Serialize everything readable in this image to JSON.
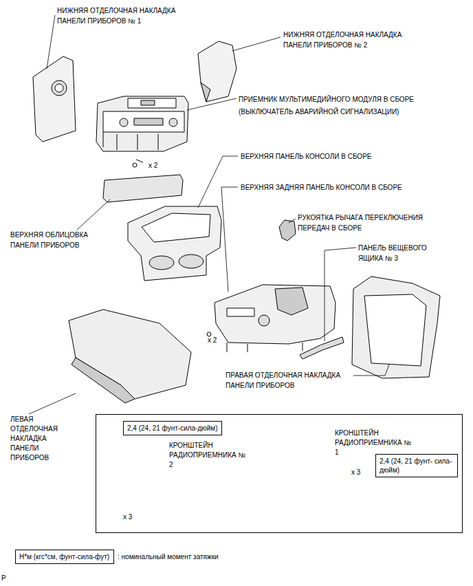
{
  "diagram": {
    "nodes": [
      {
        "text": [
          "КРОНШТЕЙН РАДИОПРИЕМНИКА № 2",
          "КРОНШТЕЙН РАДИОПРИЕМНИКА № 1",
          "x 3",
          "x 3"
        ]
      },
      {
        "text": [
          "2,4 (24, 21 фунт-сила-дюйм)"
        ],
        "in": 0
      },
      {
        "text": [
          "2,4 (24, 21 фунт- сила-дюйм)"
        ],
        "in": 0
      },
      {
        "text": [
          "Н*м (кгс*см, фунт-сила-фут)"
        ]
      }
    ],
    "labels": [
      "НИЖНЯЯ ОТДЕЛОЧНАЯ НАКЛАДКА ПАНЕЛИ ПРИБОРОВ № 1",
      "НИЖНЯЯ ОТДЕЛОЧНАЯ НАКЛАДКА ПАНЕЛИ ПРИБОРОВ № 2",
      "ПРИЕМНИК МУЛЬТИМЕДИЙНОГО МОДУЛЯ В СБОРЕ",
      "(ВЫКЛЮЧАТЕЛЬ АВАРИЙНОЙ СИГНАЛИЗАЦИИ)",
      "x 2",
      "ВЕРХНЯЯ ПАНЕЛЬ КОНСОЛИ В СБОРЕ",
      "ВЕРХНЯЯ ЗАДНЯЯ ПАНЕЛЬ КОНСОЛИ В СБОРЕ",
      "РУКОЯТКА РЫЧАГА ПЕРЕКЛЮЧЕНИЯ ПЕРЕДАЧ В СБОРЕ",
      "ВЕРХНЯЯ ОБЛИЦОВКА ПАНЕЛИ ПРИБОРОВ",
      "ПАНЕЛЬ ВЕЩЕВОГО ЯЩИКА № 3",
      "x 2",
      "ПРАВАЯ ОТДЕЛОЧНАЯ НАКЛАДКА ПАНЕЛИ ПРИБОРОВ",
      "ЛЕВАЯ ОТДЕЛОЧНАЯ НАКЛАДКА ПАНЕЛИ ПРИБОРОВ",
      "P"
    ],
    "legend": [
      {
        "text": ": номинальный момент затяжки"
      }
    ]
  }
}
